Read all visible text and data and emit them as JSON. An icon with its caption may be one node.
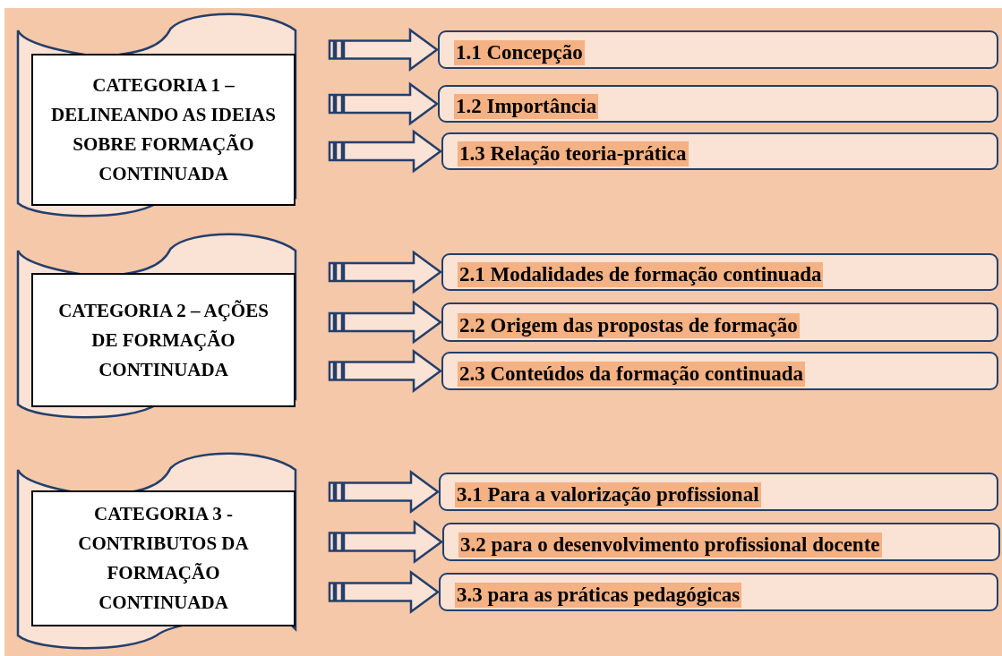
{
  "diagram": {
    "nodes": [
      {
        "text": [
          "CATEGORIA 1 – DELINEANDO AS IDEIAS SOBRE FORMAÇÃO CONTINUADA"
        ]
      },
      {
        "text": [
          "1.1 Concepção"
        ]
      },
      {
        "text": [
          "1.2 Importância"
        ]
      },
      {
        "text": [
          "1.3 Relação teoria-prática"
        ]
      },
      {
        "text": [
          "CATEGORIA  2 – AÇÕES DE FORMAÇÃO CONTINUADA"
        ]
      },
      {
        "text": [
          "2.1 Modalidades de formação continuada"
        ]
      },
      {
        "text": [
          "2.2 Origem das propostas de formação"
        ]
      },
      {
        "text": [
          "2.3 Conteúdos da formação continuada"
        ]
      },
      {
        "text": [
          "CATEGORIA 3 - CONTRIBUTOS DA FORMAÇÃO CONTINUADA"
        ]
      },
      {
        "text": [
          "3.1 Para a valorização profissional"
        ]
      },
      {
        "text": [
          "3.2 para o desenvolvimento profissional docente"
        ]
      },
      {
        "text": [
          "3.3 para as práticas pedagógicas"
        ]
      }
    ],
    "edges": [
      {
        "from": null,
        "to": 1,
        "arrow": "to"
      },
      {
        "from": null,
        "to": 2,
        "arrow": "to"
      },
      {
        "from": null,
        "to": 3,
        "arrow": "to"
      },
      {
        "from": null,
        "to": 5,
        "arrow": "to"
      },
      {
        "from": null,
        "to": 6,
        "arrow": "to"
      },
      {
        "from": null,
        "to": 7,
        "arrow": "to"
      },
      {
        "from": null,
        "to": 9,
        "arrow": "to"
      },
      {
        "from": null,
        "to": 10,
        "arrow": "to"
      },
      {
        "from": null,
        "to": 11,
        "arrow": "to"
      }
    ]
  }
}
